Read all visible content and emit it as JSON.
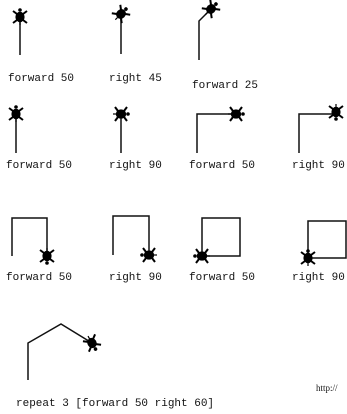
{
  "line_color": "#111111",
  "turtle_color": "#000000",
  "url_fragment": "http://",
  "final_caption": "repeat 3 [forward 50 right 60]",
  "steps": [
    {
      "caption": "forward 50"
    },
    {
      "caption": "right 45"
    },
    {
      "caption": "forward 25"
    },
    {
      "caption": "forward 50"
    },
    {
      "caption": "right 90"
    },
    {
      "caption": "forward 50"
    },
    {
      "caption": "right 90"
    },
    {
      "caption": "forward 50"
    },
    {
      "caption": "right 90"
    },
    {
      "caption": "forward 50"
    },
    {
      "caption": "right 90"
    }
  ]
}
